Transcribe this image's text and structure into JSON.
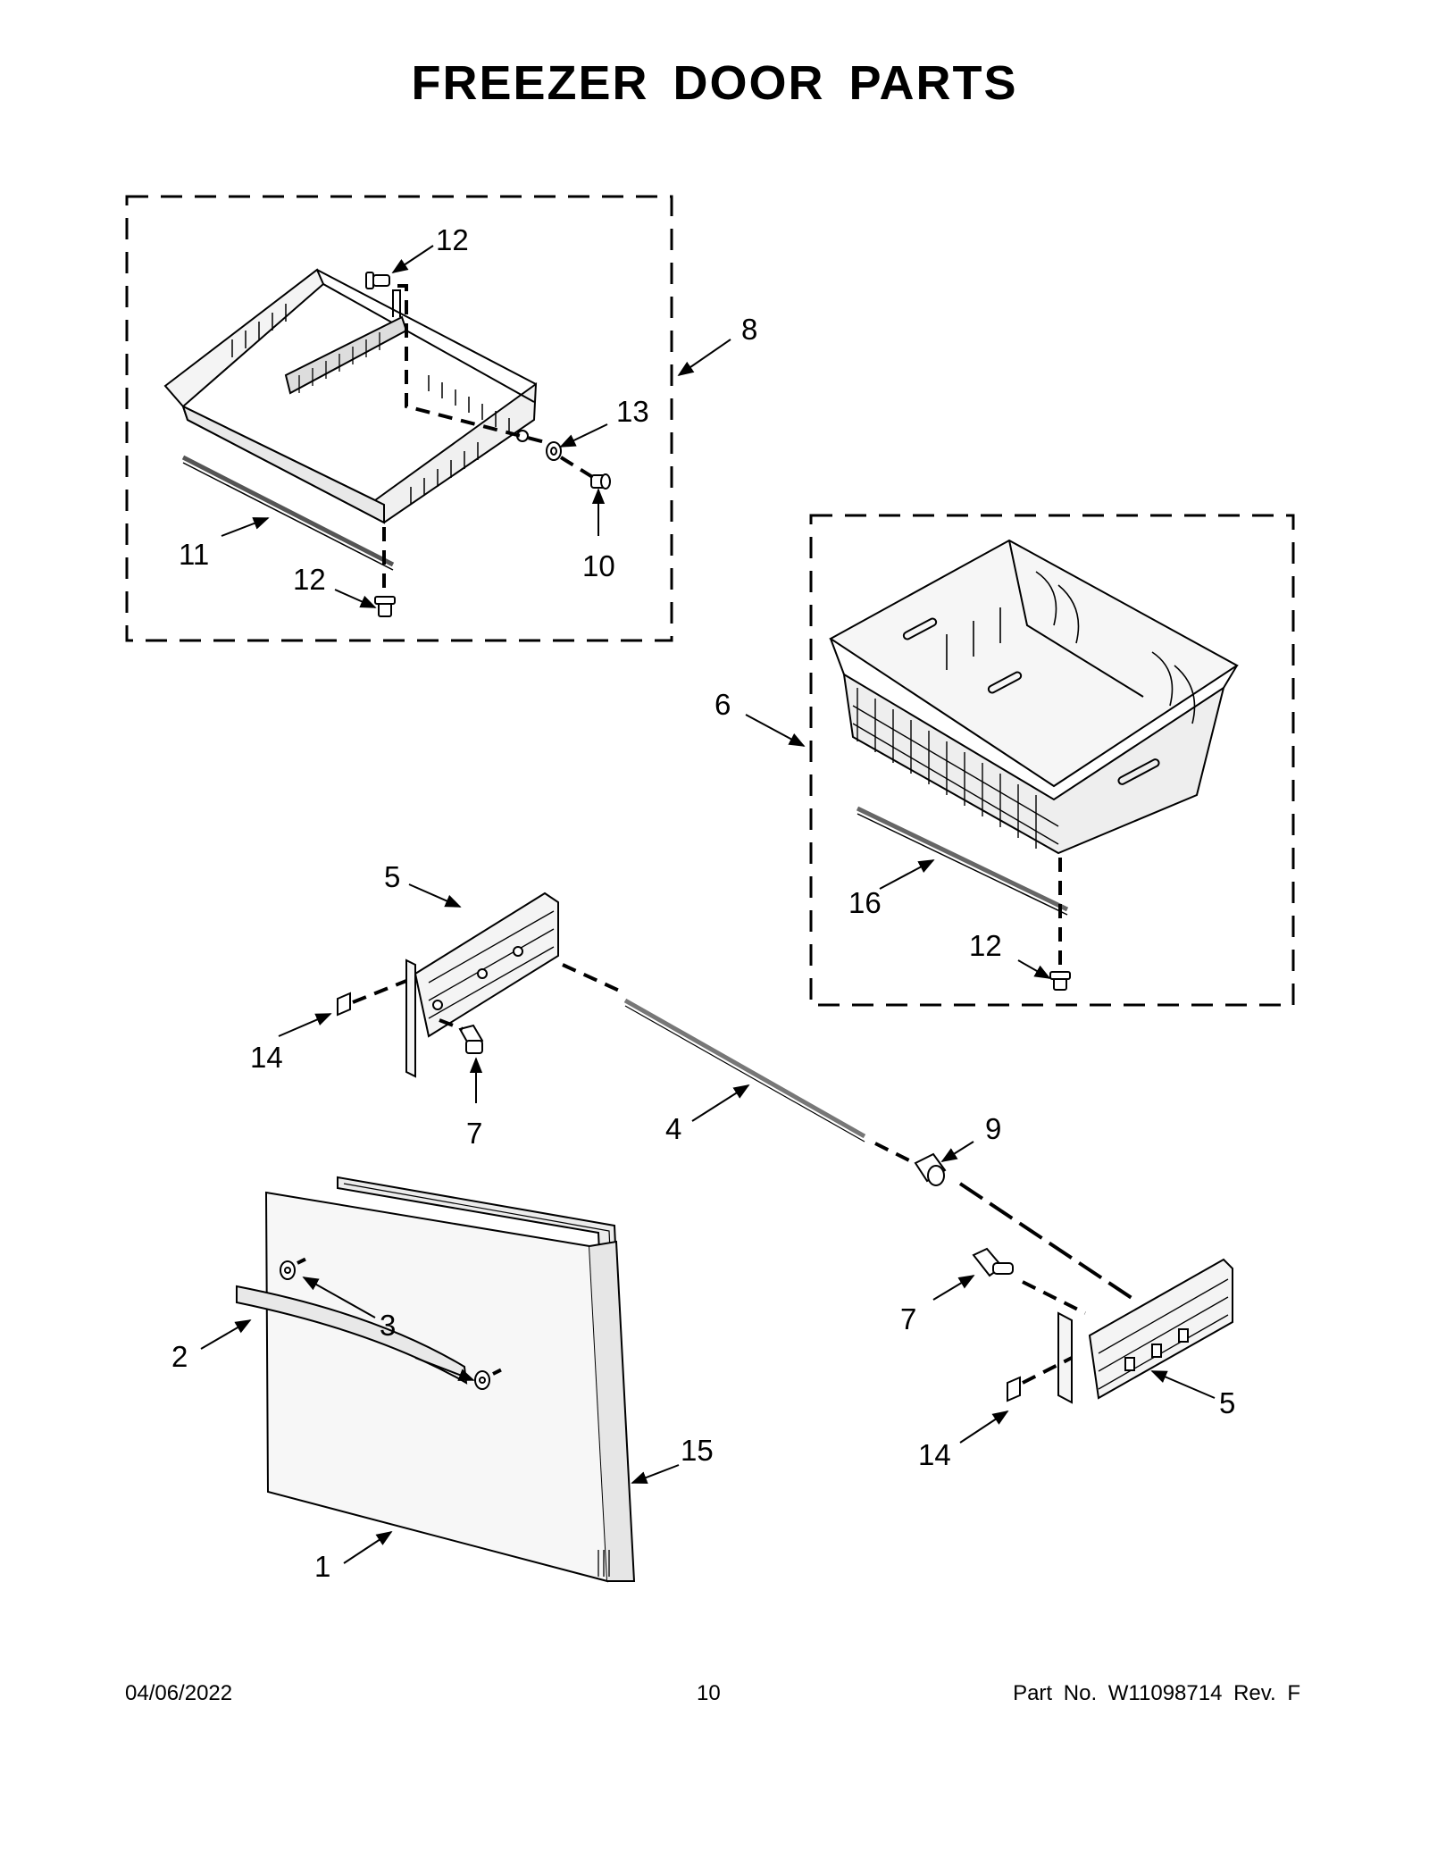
{
  "page": {
    "title": "FREEZER DOOR PARTS"
  },
  "callouts": {
    "c12a": "12",
    "c8": "8",
    "c13": "13",
    "c11": "11",
    "c10": "10",
    "c12b": "12",
    "c6": "6",
    "c16": "16",
    "c12c": "12",
    "c5a": "5",
    "c14a": "14",
    "c7a": "7",
    "c4": "4",
    "c9": "9",
    "c7b": "7",
    "c5b": "5",
    "c14b": "14",
    "c2": "2",
    "c3": "3",
    "c15": "15",
    "c1": "1"
  },
  "footer": {
    "date": "04/06/2022",
    "page_number": "10",
    "part_no": "Part No.  W11098714  Rev.  F"
  }
}
